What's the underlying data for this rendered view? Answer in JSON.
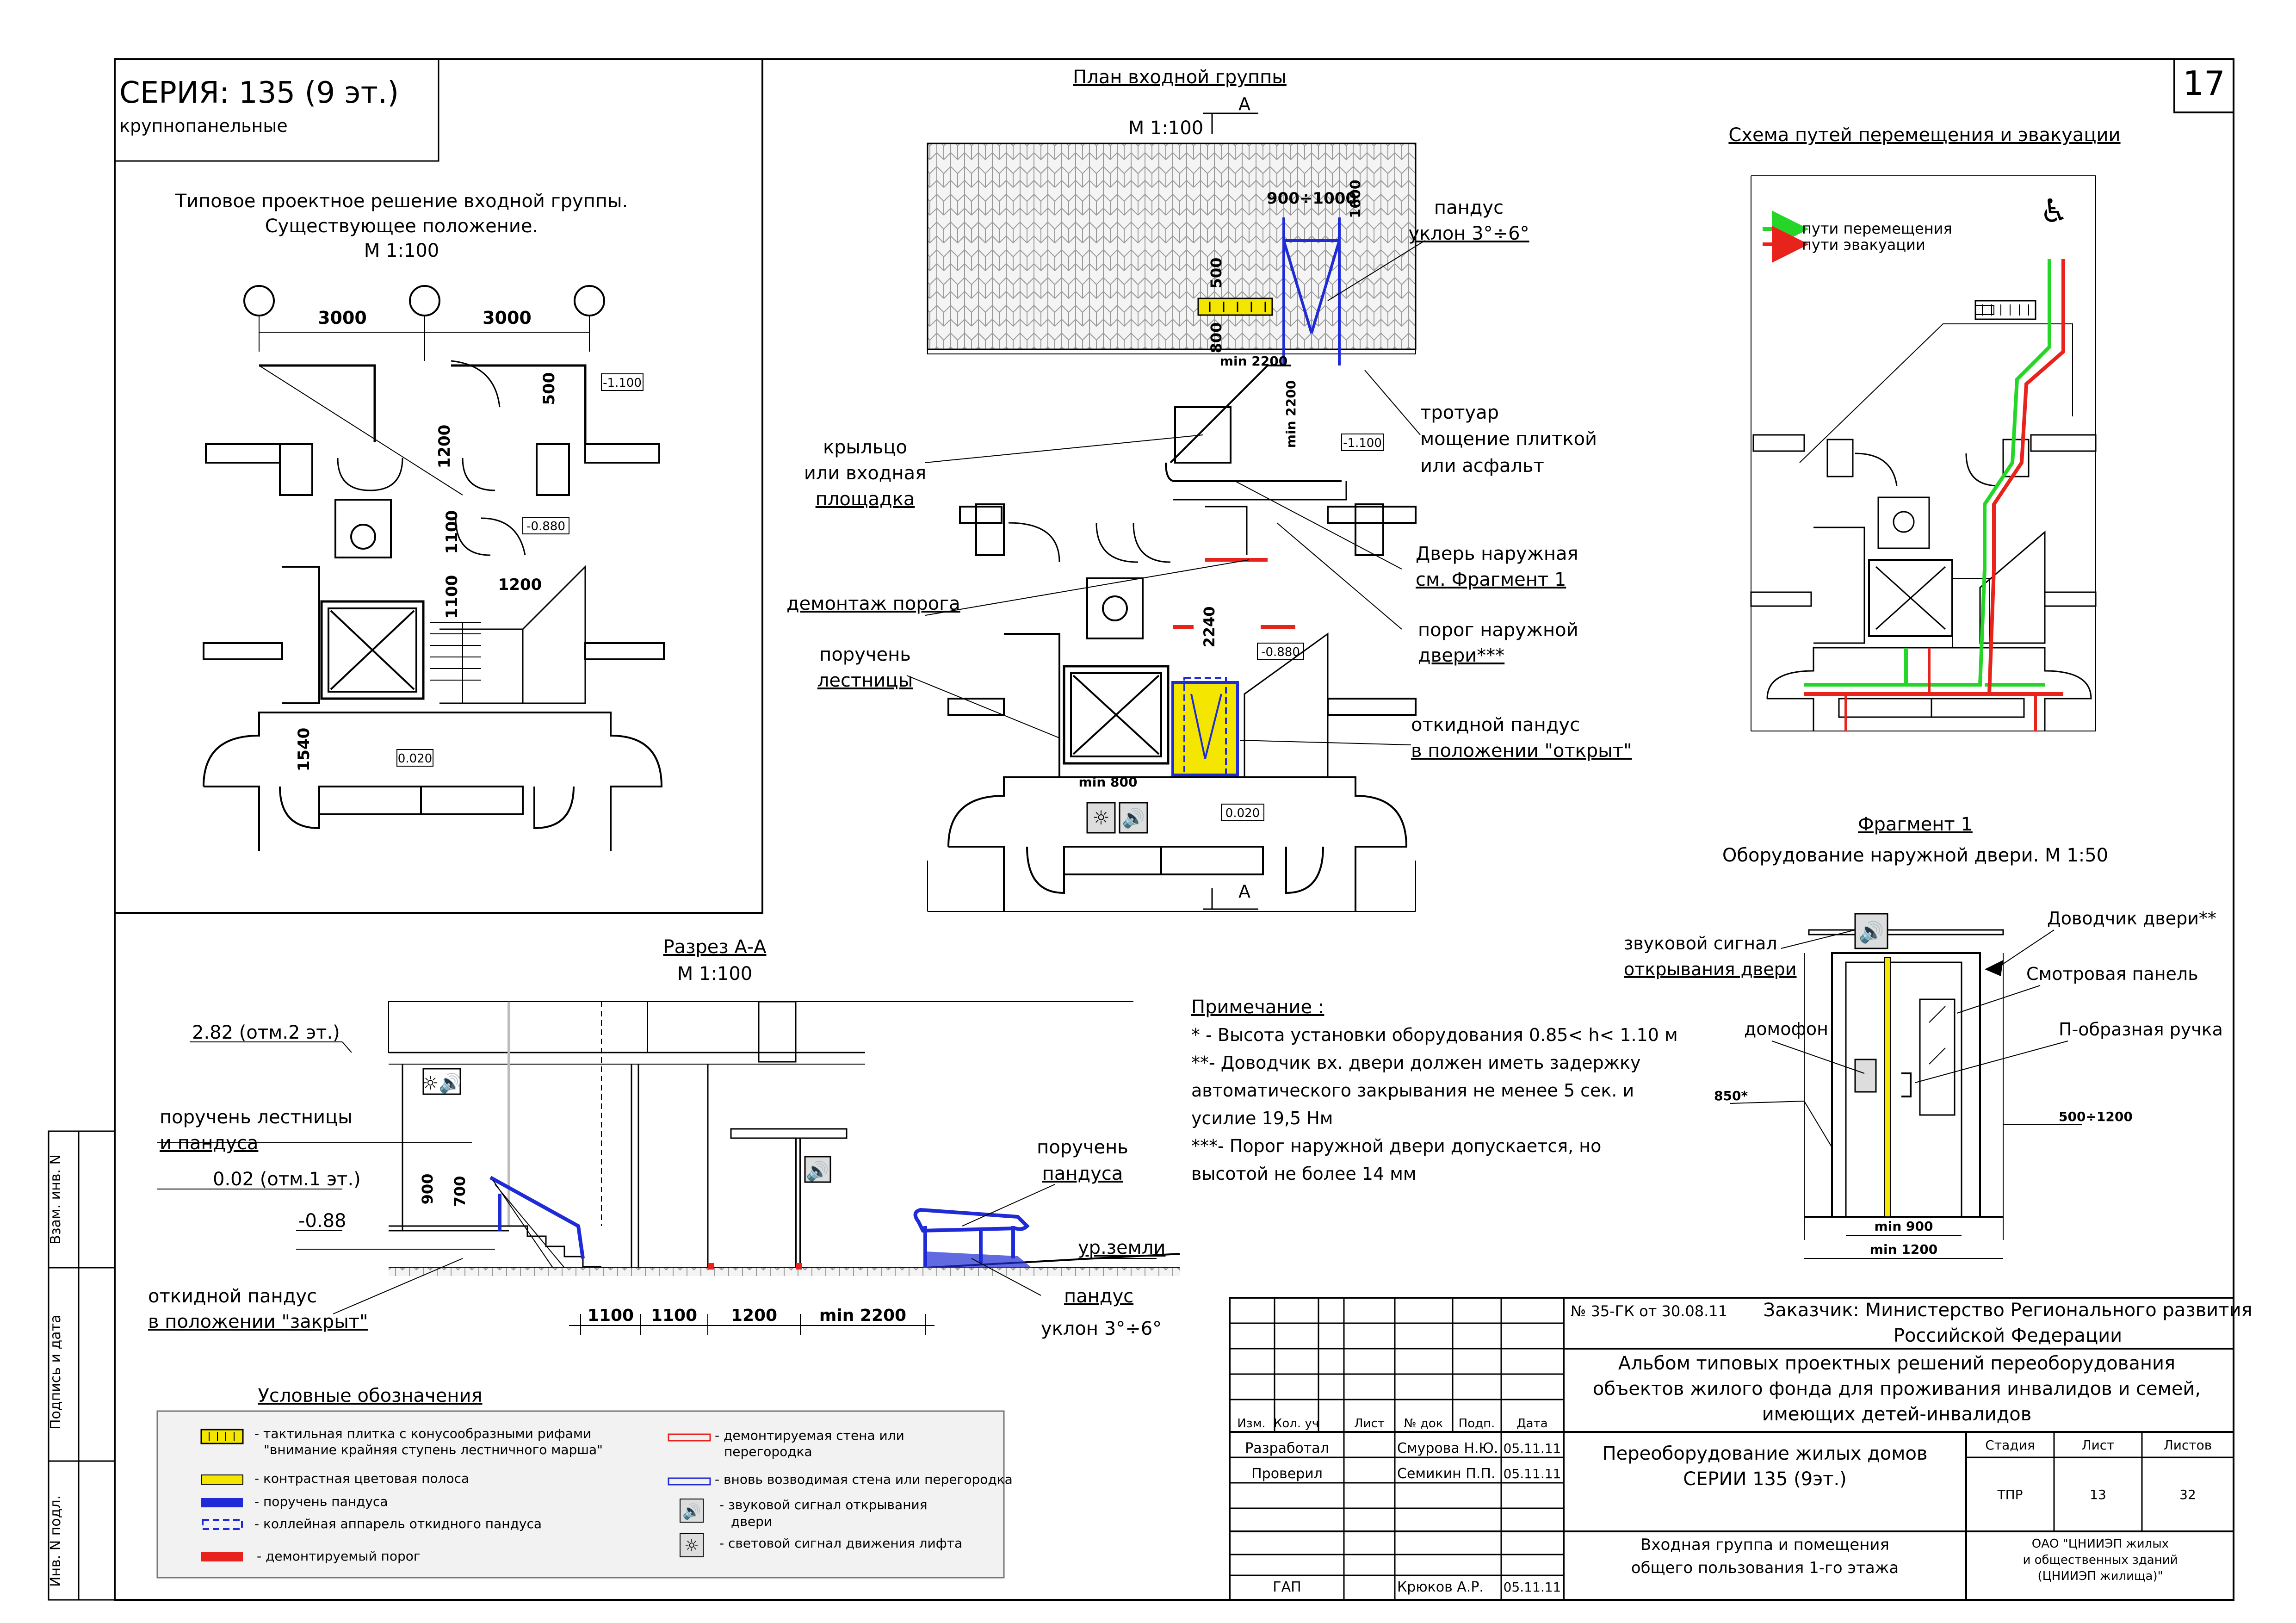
{
  "sheet": {
    "number": "17"
  },
  "series": {
    "title": "СЕРИЯ: 135 (9 эт.)",
    "subtitle": "крупнопанельные"
  },
  "existing": {
    "title1": "Типовое проектное решение входной группы.",
    "title2": "Существующее положение.",
    "scale": "М 1:100",
    "dims": {
      "d3000a": "3000",
      "d3000b": "3000",
      "d500": "500",
      "d1200v": "1200",
      "d1100a": "1100",
      "d1100b": "1100",
      "d1200h": "1200",
      "d1540": "1540"
    },
    "levels": {
      "l1100": "-1.100",
      "l0880": "-0.880",
      "l0020": "0.020"
    }
  },
  "plan": {
    "title": "План входной группы",
    "section_mark": "А",
    "section_mark_b": "А",
    "scale": "М 1:100",
    "dims": {
      "d900": "900÷1000",
      "d1600": "1600",
      "d500": "500",
      "d800": "800",
      "dmin2200h": "min 2200",
      "dmin2200v": "min 2200",
      "d2240": "2240",
      "dmin800": "min 800"
    },
    "levels": {
      "l1100": "-1.100",
      "l0880": "-0.880",
      "l0020": "0.020"
    },
    "labels": {
      "ramp1": "пандус",
      "ramp2": "уклон 3°÷6°",
      "sidewalk1": "тротуар",
      "sidewalk2": "мощение плиткой",
      "sidewalk3": "или асфальт",
      "porch1": "крыльцо",
      "porch2": "или входная",
      "porch3": "площадка",
      "door1": "Дверь наружная",
      "door2": "см. Фрагмент 1",
      "threshold_removal": "демонтаж порога",
      "threshold1": "порог наружной",
      "threshold2": "двери***",
      "handrail1": "поручень",
      "handrail2": "лестницы",
      "foldramp1": "откидной пандус",
      "foldramp2": "в положении \"открыт\""
    }
  },
  "evac": {
    "title": "Схема путей перемещения и эвакуации",
    "legend_move": "пути перемещения",
    "legend_evac": "пути эвакуации"
  },
  "fragment": {
    "title": "Фрагмент 1",
    "subtitle": "Оборудование наружной двери. М 1:50",
    "labels": {
      "sound1": "звуковой сигнал",
      "sound2": "открывания двери",
      "closer": "Доводчик двери**",
      "panel": "Смотровая панель",
      "intercom": "домофон",
      "handle": "П-образная ручка",
      "d850": "850*",
      "d500_1200": "500÷1200",
      "dmin900": "min 900",
      "dmin1200": "min 1200"
    }
  },
  "section": {
    "title": "Разрез А-А",
    "scale": "М 1:100",
    "labels": {
      "l282": "2.82 (отм.2 эт.)",
      "handrail1": "поручень лестницы",
      "handrail2": "и пандуса",
      "l002": "0.02 (отм.1 эт.)",
      "l088": "-0.88",
      "foldramp1": "откидной пандус",
      "foldramp2": "в положении \"закрыт\"",
      "ramp_rail1": "поручень",
      "ramp_rail2": "пандуса",
      "ground": "ур.земли",
      "ramp1": "пандус",
      "ramp2": "уклон 3°÷6°",
      "d900": "900",
      "d700": "700"
    },
    "dims": [
      "1100",
      "1100",
      "1200",
      "min 2200"
    ]
  },
  "notes": {
    "title": "Примечание :",
    "lines": [
      "* - Высота установки оборудования 0.85< h< 1.10 м",
      "**- Доводчик вх. двери должен иметь задержку",
      " автоматического закрывания не менее 5 сек. и",
      "усилие 19,5 Нм",
      "***-  Порог наружной двери допускается, но",
      "высотой не более 14 мм"
    ]
  },
  "legend": {
    "title": "Условные обозначения",
    "left": [
      {
        "text1": "- тактильная плитка с конусообразными рифами",
        "text2": "\"внимание крайняя ступень лестничного марша\""
      },
      {
        "text1": "- контрастная цветовая полоса",
        "text2": ""
      },
      {
        "text1": "- поручень пандуса",
        "text2": ""
      },
      {
        "text1": "- коллейная аппарель откидного пандуса",
        "text2": ""
      },
      {
        "text1": "- демонтируемый порог",
        "text2": ""
      }
    ],
    "right": [
      {
        "text1": "- демонтируемая стена или",
        "text2": "перегородка"
      },
      {
        "text1": "- вновь возводимая стена или перегородка",
        "text2": ""
      },
      {
        "text1": "- звуковой сигнал открывания",
        "text2": "двери"
      },
      {
        "text1": "- световой сигнал движения лифта",
        "text2": ""
      }
    ]
  },
  "side_stamp": {
    "a": "Взам. инв. N",
    "b": "Подпись и дата",
    "c": "Инв. N подл."
  },
  "title_block": {
    "doc_no": "№ 35-ГК от 30.08.11",
    "customer1": "Заказчик: Министерство Регионального развития",
    "customer2": "Российской Федерации",
    "album1": "Альбом типовых проектных решений переоборудования",
    "album2": "объектов жилого фонда для проживания инвалидов и семей,",
    "album3": "имеющих детей-инвалидов",
    "headers": {
      "izm": "Изм.",
      "kol": "Кол. уч",
      "list": "Лист",
      "ndoc": "№ док",
      "podp": "Подп.",
      "date": "Дата"
    },
    "rows": [
      {
        "role": "Разработал",
        "name": "Смурова Н.Ю.",
        "date": "05.11.11"
      },
      {
        "role": "Проверил",
        "name": "Семикин П.П.",
        "date": "05.11.11"
      },
      {
        "role": "ГАП",
        "name": "Крюков А.Р.",
        "date": "05.11.11"
      }
    ],
    "work1": "Переоборудование жилых домов",
    "work2": "СЕРИИ 135 (9эт.)",
    "stage_h": "Стадия",
    "sheet_h": "Лист",
    "sheets_h": "Листов",
    "stage": "ТПР",
    "sheet": "13",
    "sheets": "32",
    "desc1": "Входная группа и помещения",
    "desc2": "общего пользования 1-го этажа",
    "org1": "ОАО \"ЦНИИЭП жилых",
    "org2": "и общественных зданий",
    "org3": "(ЦНИИЭП жилища)\""
  },
  "colors": {
    "red": "#e8231b",
    "blue": "#1f2bd6",
    "green": "#25d629",
    "yellow": "#f5e600"
  }
}
